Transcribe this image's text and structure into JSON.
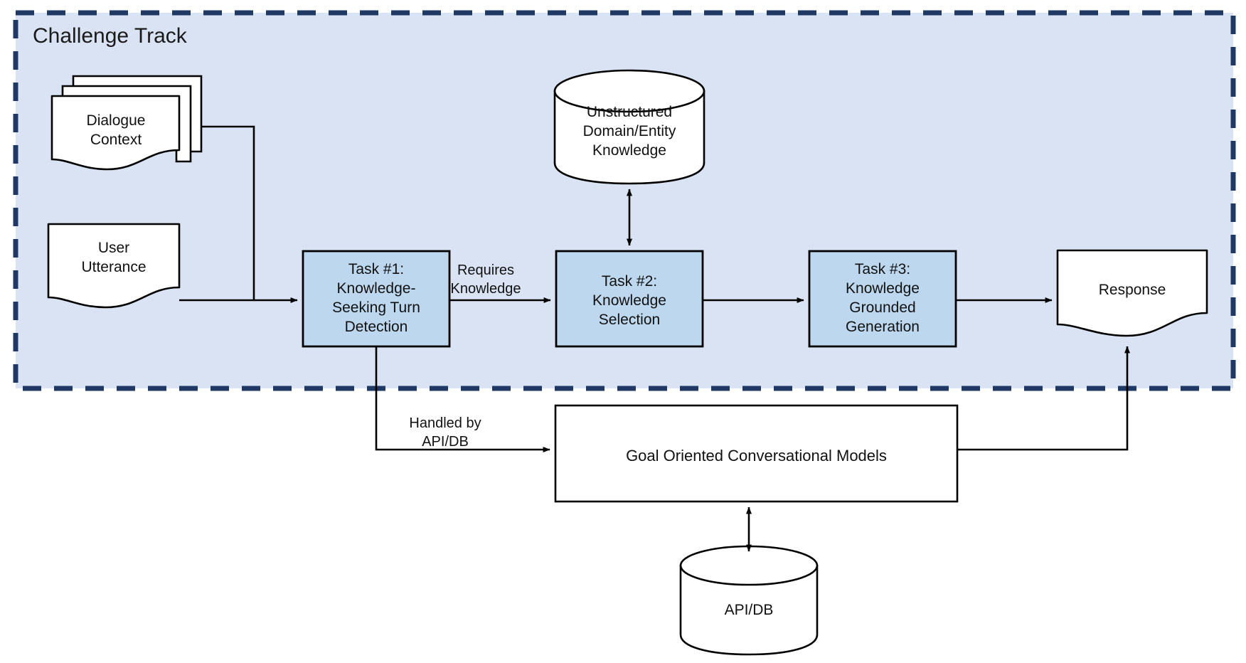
{
  "diagram": {
    "title": "Challenge Track",
    "colors": {
      "track_fill": "#DAE3F3",
      "track_border": "#1F3864",
      "task_fill": "#BDD7EE",
      "node_fill": "#FFFFFF",
      "stroke": "#000000",
      "text": "#111111"
    },
    "nodes": {
      "dialogue_context": {
        "label": "Dialogue\nContext",
        "shape": "multi-document"
      },
      "user_utterance": {
        "label": "User\nUtterance",
        "shape": "document"
      },
      "task1": {
        "label": "Task #1:\nKnowledge-\nSeeking Turn\nDetection",
        "shape": "process"
      },
      "task2": {
        "label": "Task #2:\nKnowledge\nSelection",
        "shape": "process"
      },
      "task3": {
        "label": "Task #3:\nKnowledge\nGrounded\nGeneration",
        "shape": "process"
      },
      "unstructured_knowledge": {
        "label": "Unstructured\nDomain/Entity\nKnowledge",
        "shape": "cylinder"
      },
      "response": {
        "label": "Response",
        "shape": "document"
      },
      "goal_oriented_models": {
        "label": "Goal Oriented Conversational Models",
        "shape": "process"
      },
      "api_db": {
        "label": "API/DB",
        "shape": "cylinder"
      }
    },
    "edges": {
      "requires_knowledge": "Requires\nKnowledge",
      "handled_by_api_db": "Handled by\nAPI/DB"
    }
  }
}
